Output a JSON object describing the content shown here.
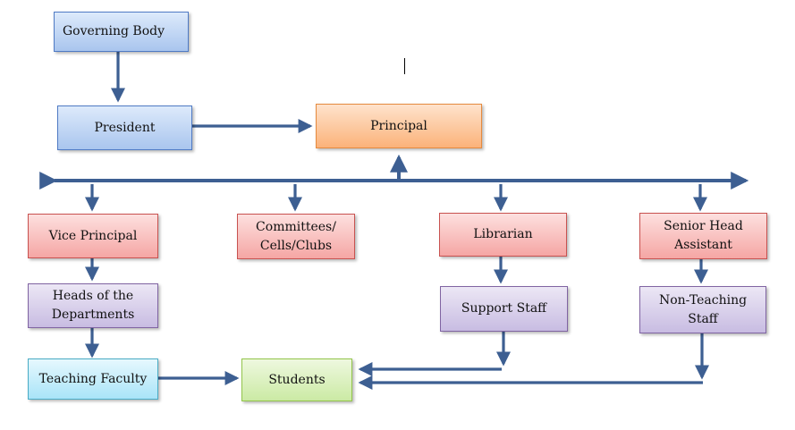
{
  "nodes": {
    "governing_body": {
      "label": "Governing Body",
      "color": "blue"
    },
    "president": {
      "label": "President",
      "color": "blue"
    },
    "principal": {
      "label": "Principal",
      "color": "orange"
    },
    "vice_principal": {
      "label": "Vice Principal",
      "color": "red"
    },
    "committees": {
      "label": "Committees/ Cells/Clubs",
      "color": "red"
    },
    "librarian": {
      "label": "Librarian",
      "color": "red"
    },
    "senior_head_assistant": {
      "label": "Senior Head Assistant",
      "color": "red"
    },
    "heads_of_departments": {
      "label": "Heads of the Departments",
      "color": "purple"
    },
    "support_staff": {
      "label": "Support Staff",
      "color": "purple"
    },
    "non_teaching_staff": {
      "label": "Non-Teaching Staff",
      "color": "purple"
    },
    "teaching_faculty": {
      "label": "Teaching Faculty",
      "color": "cyan"
    },
    "students": {
      "label": "Students",
      "color": "green"
    }
  },
  "edges": [
    {
      "from": "Governing Body",
      "to": "President"
    },
    {
      "from": "President",
      "to": "Principal"
    },
    {
      "from": "Principal",
      "to": "Vice Principal"
    },
    {
      "from": "Principal",
      "to": "Committees/ Cells/Clubs"
    },
    {
      "from": "Principal",
      "to": "Librarian"
    },
    {
      "from": "Principal",
      "to": "Senior Head Assistant"
    },
    {
      "from": "Vice Principal",
      "to": "Heads of the Departments"
    },
    {
      "from": "Heads of the Departments",
      "to": "Teaching Faculty"
    },
    {
      "from": "Teaching Faculty",
      "to": "Students"
    },
    {
      "from": "Librarian",
      "to": "Support Staff"
    },
    {
      "from": "Support Staff",
      "to": "Students"
    },
    {
      "from": "Senior Head Assistant",
      "to": "Non-Teaching Staff"
    },
    {
      "from": "Non-Teaching Staff",
      "to": "Students"
    }
  ],
  "colors": {
    "connector": "#3d5f92",
    "blue": "#a9c5ee",
    "orange": "#fbb27a",
    "red": "#f5a6a4",
    "purple": "#c8bce2",
    "cyan": "#a9e4f8",
    "green": "#cbeaa4"
  }
}
